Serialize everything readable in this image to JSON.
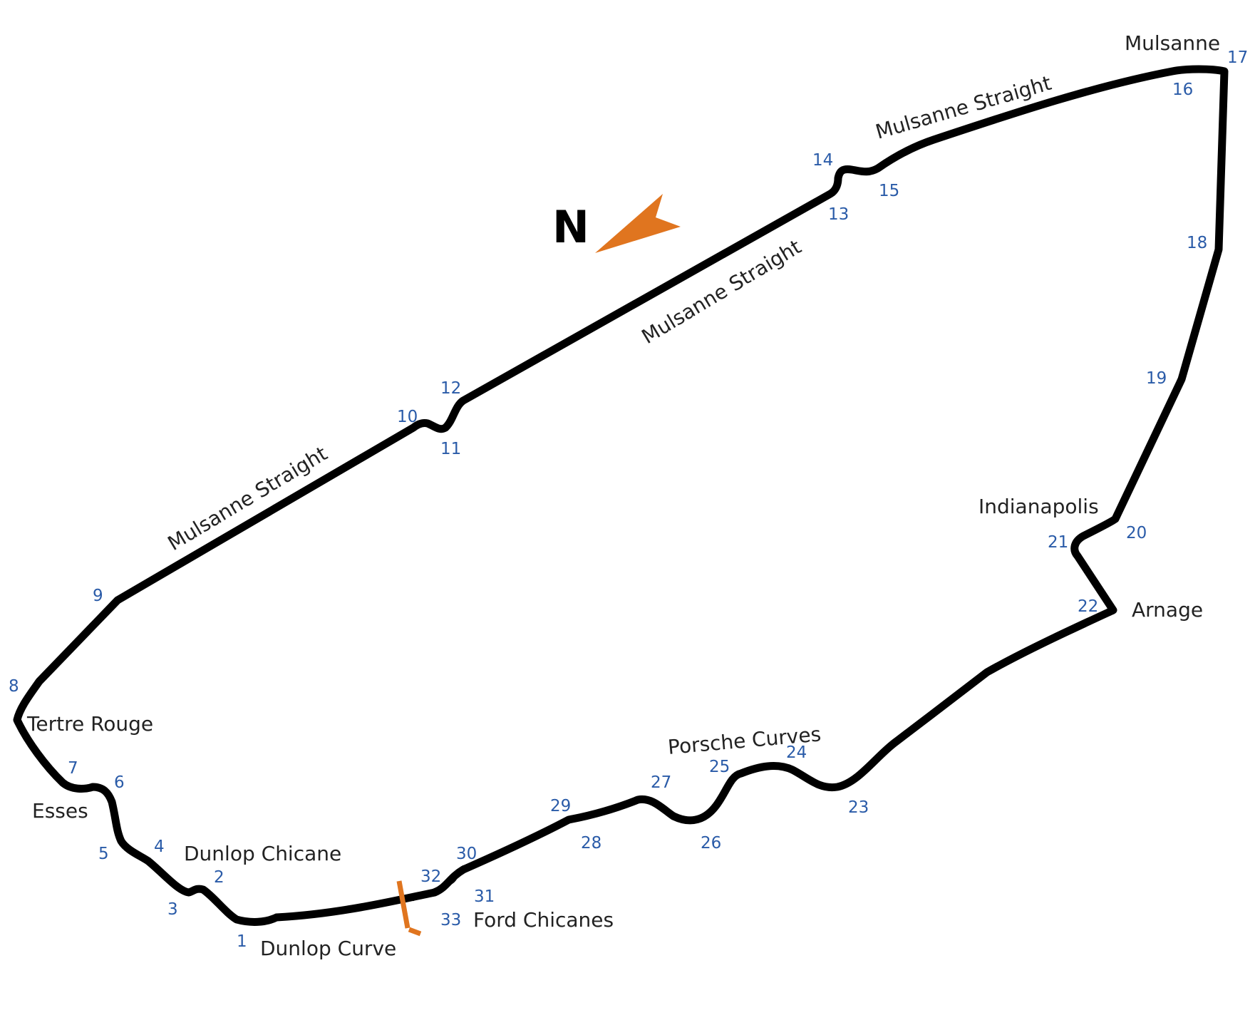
{
  "colors": {
    "track": "#000000",
    "corner_numbers": "#2a5ba8",
    "labels": "#222222",
    "accent": "#e0751f"
  },
  "icons": {
    "north_arrow": "north-arrow-icon",
    "start_finish": "start-finish-line-icon"
  },
  "compass": {
    "label": "N"
  },
  "straight_labels": [
    "Mulsanne Straight",
    "Mulsanne Straight",
    "Mulsanne Straight"
  ],
  "place_labels": {
    "mulsanne": "Mulsanne",
    "indianapolis": "Indianapolis",
    "arnage": "Arnage",
    "porsche_curves": "Porsche Curves",
    "ford_chicanes": "Ford Chicanes",
    "dunlop_curve": "Dunlop Curve",
    "dunlop_chicane": "Dunlop Chicane",
    "esses": "Esses",
    "tertre_rouge": "Tertre Rouge"
  },
  "corners": [
    "1",
    "2",
    "3",
    "4",
    "5",
    "6",
    "7",
    "8",
    "9",
    "10",
    "11",
    "12",
    "13",
    "14",
    "15",
    "16",
    "17",
    "18",
    "19",
    "20",
    "21",
    "22",
    "23",
    "24",
    "25",
    "26",
    "27",
    "28",
    "29",
    "30",
    "31",
    "32",
    "33"
  ]
}
